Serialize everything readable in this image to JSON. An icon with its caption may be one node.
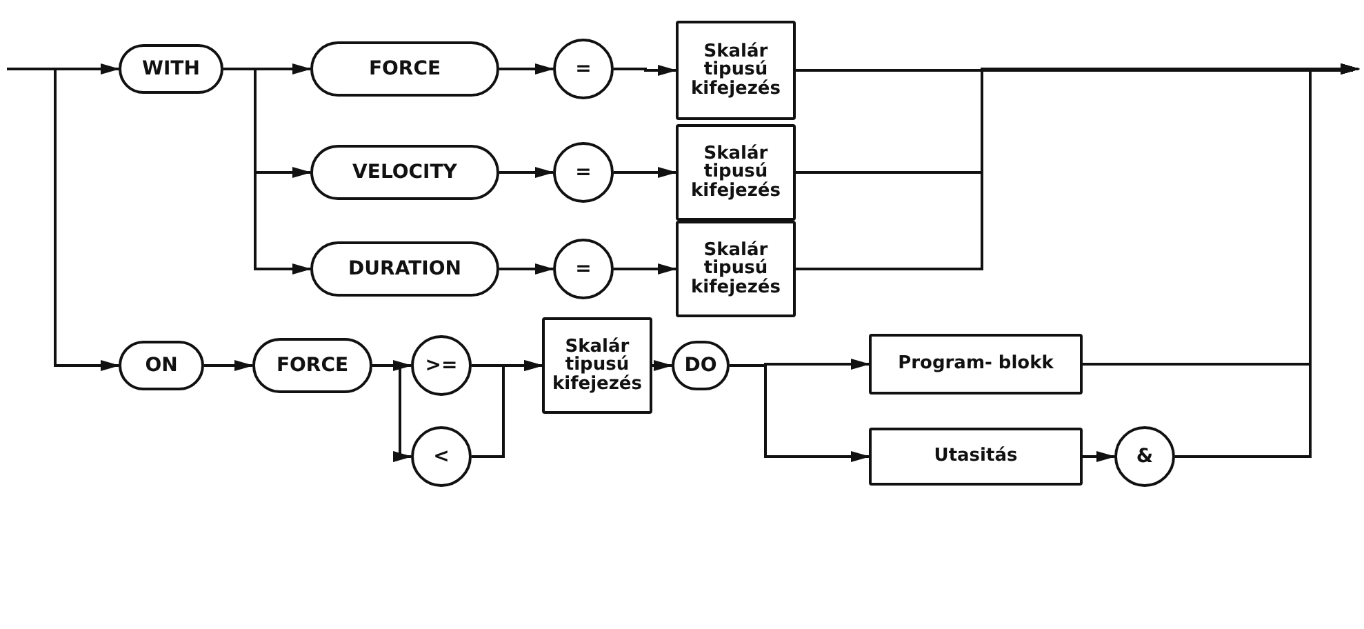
{
  "diagram": {
    "nodes": [
      {
        "text": [
          "WITH"
        ]
      },
      {
        "text": [
          "FORCE"
        ]
      },
      {
        "text": [
          "="
        ]
      },
      {
        "text": [
          "Skalár tipusú kifejezés"
        ]
      },
      {
        "text": [
          "VELOCITY"
        ]
      },
      {
        "text": [
          "="
        ]
      },
      {
        "text": [
          "Skalár tipusú kifejezés"
        ]
      },
      {
        "text": [
          "DURATION"
        ]
      },
      {
        "text": [
          "="
        ]
      },
      {
        "text": [
          "Skalár tipusú kifejezés"
        ]
      },
      {
        "text": [
          "ON"
        ]
      },
      {
        "text": [
          "FORCE"
        ]
      },
      {
        "text": [
          ">="
        ]
      },
      {
        "text": [
          "<"
        ]
      },
      {
        "text": [
          "Skalár tipusú kifejezés"
        ]
      },
      {
        "text": [
          "DO"
        ]
      },
      {
        "text": [
          "Program- blokk"
        ]
      },
      {
        "text": [
          "Utasitás"
        ]
      },
      {
        "text": [
          "&"
        ]
      }
    ],
    "edges": [
      {
        "from": null,
        "to": 0,
        "arrow": "to"
      },
      {
        "from": null,
        "to": 10,
        "arrow": "to"
      },
      {
        "from": 0,
        "to": 1,
        "arrow": "to"
      },
      {
        "from": 0,
        "to": 4,
        "arrow": "to"
      },
      {
        "from": 0,
        "to": 7,
        "arrow": "to"
      },
      {
        "from": 1,
        "to": 2,
        "arrow": "to"
      },
      {
        "from": 2,
        "to": 3,
        "arrow": "to"
      },
      {
        "from": 4,
        "to": 5,
        "arrow": "to"
      },
      {
        "from": 5,
        "to": 6,
        "arrow": "to"
      },
      {
        "from": 7,
        "to": 8,
        "arrow": "to"
      },
      {
        "from": 8,
        "to": 9,
        "arrow": "to"
      },
      {
        "from": 3,
        "to": null,
        "arrow": "to"
      },
      {
        "from": 6,
        "to": null,
        "arrow": "to"
      },
      {
        "from": 9,
        "to": null,
        "arrow": "to"
      },
      {
        "from": 10,
        "to": 11,
        "arrow": "to"
      },
      {
        "from": 11,
        "to": 12,
        "arrow": "to"
      },
      {
        "from": 11,
        "to": 13,
        "arrow": "to"
      },
      {
        "from": 12,
        "to": 14,
        "arrow": "to"
      },
      {
        "from": 13,
        "to": 14,
        "arrow": "to"
      },
      {
        "from": 14,
        "to": 15,
        "arrow": "to"
      },
      {
        "from": 15,
        "to": 16,
        "arrow": "to"
      },
      {
        "from": 15,
        "to": 17,
        "arrow": "to"
      },
      {
        "from": 17,
        "to": 18,
        "arrow": "to"
      },
      {
        "from": 16,
        "to": null,
        "arrow": "to"
      },
      {
        "from": 18,
        "to": null,
        "arrow": "to"
      }
    ]
  }
}
